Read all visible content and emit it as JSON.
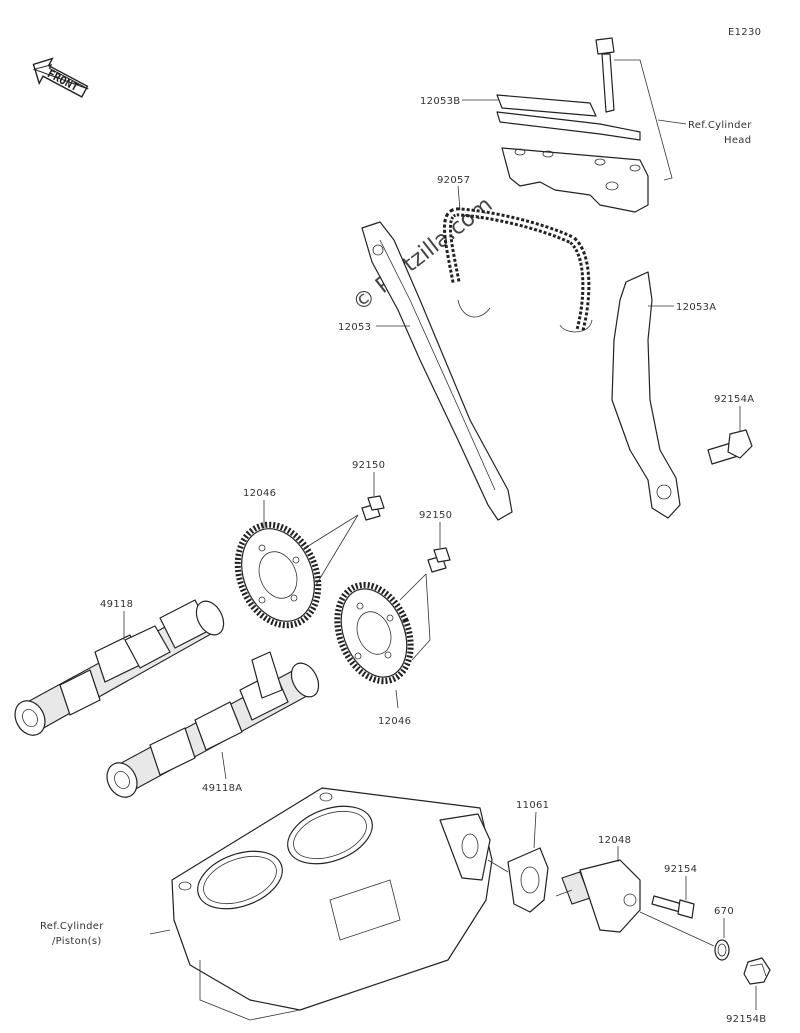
{
  "diagram": {
    "code": "E1230",
    "front_label": "FRONT",
    "watermark": "© Partzilla.com",
    "refs": {
      "cylinder_head_line1": "Ref.Cylinder",
      "cylinder_head_line2": "Head",
      "cylinder_piston_line1": "Ref.Cylinder",
      "cylinder_piston_line2": "/Piston(s)"
    },
    "parts": {
      "p12053B": "12053B",
      "p92057": "92057",
      "p12053A": "12053A",
      "p12053": "12053",
      "p92154A": "92154A",
      "p92150_a": "92150",
      "p12046_a": "12046",
      "p92150_b": "92150",
      "p49118": "49118",
      "p12046_b": "12046",
      "p49118A": "49118A",
      "p11061": "11061",
      "p12048": "12048",
      "p92154": "92154",
      "p670": "670",
      "p92154B": "92154B"
    }
  }
}
